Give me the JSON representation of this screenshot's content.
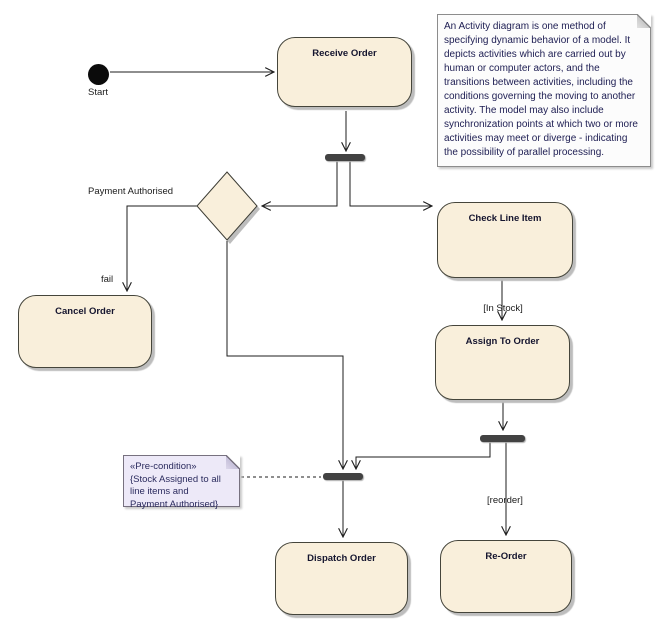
{
  "colors": {
    "activity_fill": "#F9EFDB",
    "activity_border": "#45453B",
    "activity_text": "#14142E",
    "shadow": "#BDBDBD",
    "sync_bar": "#424242",
    "connector": "#1E1E1E",
    "note_fill": "#FCFCFC",
    "note_border": "#8C8C8C",
    "note_text": "#1D1D52",
    "precondition_fill": "#EDE9F8",
    "precondition_text": "#2B2B5E",
    "canvas_background": "#FFFFFF"
  },
  "nodes": {
    "start": {
      "label": "Start"
    },
    "receive_order": {
      "label": "Receive Order"
    },
    "cancel_order": {
      "label": "Cancel Order"
    },
    "check_line_item": {
      "label": "Check Line Item"
    },
    "assign_to_order": {
      "label": "Assign To Order"
    },
    "dispatch_order": {
      "label": "Dispatch Order"
    },
    "re_order": {
      "label": "Re-Order"
    }
  },
  "edge_labels": {
    "payment_authorised": "Payment Authorised",
    "fail": "fail",
    "in_stock": "[In Stock]",
    "reorder": "[reorder]"
  },
  "notes": {
    "description": "An Activity diagram is one method of specifying dynamic behavior of a model. It depicts activities which are carried out by human or computer actors, and the transitions between activities, including the conditions governing the moving to another activity. The model may also include synchronization points at which two or more activities may meet or diverge - indicating the possibility of parallel processing.",
    "precondition": "«Pre-condition»\n{Stock Assigned to all\nline items and\nPayment Authorised}"
  }
}
